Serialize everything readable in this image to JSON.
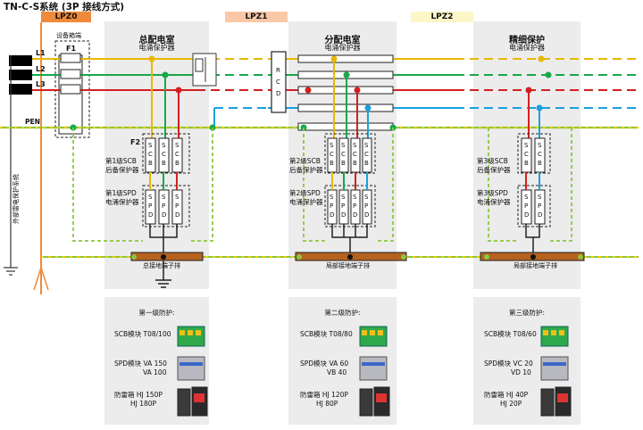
{
  "title": "TN-C-S系统  (3P 接线方式)",
  "zones": [
    "LPZ0",
    "LPZ1",
    "LPZ2"
  ],
  "colors": {
    "lpz0": "#f08a3a",
    "lpz1": "#f8c8a8",
    "lpz2": "#fdf6c8",
    "L1": "#e8b800",
    "L2": "#17a84a",
    "L3": "#d42020",
    "N": "#1aa0e0",
    "PEN": "#8dc63f",
    "earth_bar": "#b5621f"
  },
  "left": {
    "device_box": "设备箱端",
    "fuse": "F1",
    "lines": [
      "L1",
      "L2",
      "L3"
    ],
    "pen": "PEN",
    "vertical_note": "外部雷电保护系统"
  },
  "rooms": [
    {
      "title": "总配电室",
      "subtitle": "电涌保护器"
    },
    {
      "title": "分配电室",
      "subtitle": "电涌保护器"
    },
    {
      "title": "精细保护",
      "subtitle": "电涌保护器"
    }
  ],
  "f2": "F2",
  "rcd_letters": [
    "R",
    "C",
    "D"
  ],
  "scb_letters": [
    "S",
    "C",
    "B"
  ],
  "spd_letters": [
    "S",
    "P",
    "D"
  ],
  "device_labels": {
    "room1_scb": [
      "第1级SCB",
      "后备保护器"
    ],
    "room1_spd": [
      "第1级SPD",
      "电涌保护器"
    ],
    "room2_scb": [
      "第2级SCB",
      "后备保护器"
    ],
    "room2_spd": [
      "第2级SPD",
      "电涌保护器"
    ],
    "room3_scb": [
      "第3级SCB",
      "后备保护器"
    ],
    "room3_spd": [
      "第3级SPD",
      "电涌保护器"
    ]
  },
  "earth_bars": [
    "总接地端子排",
    "局部接地端子排",
    "局部接地端子排"
  ],
  "protection": [
    {
      "heading": "第一级防护:",
      "scb": "SCB模块 T08/100",
      "spd": [
        "SPD模块 VA 150",
        "VA 100"
      ],
      "box": [
        "防雷箱 HJ 150P",
        "HJ 180P"
      ]
    },
    {
      "heading": "第二级防护:",
      "scb": "SCB模块 T08/80",
      "spd": [
        "SPD模块 VA 60",
        "VB 40"
      ],
      "box": [
        "防雷箱 HJ 120P",
        "HJ 80P"
      ]
    },
    {
      "heading": "第三级防护:",
      "scb": "SCB模块 T08/60",
      "spd": [
        "SPD模块 VC 20",
        "VD 10"
      ],
      "box": [
        "防雷箱 HJ 40P",
        "HJ 20P"
      ]
    }
  ]
}
